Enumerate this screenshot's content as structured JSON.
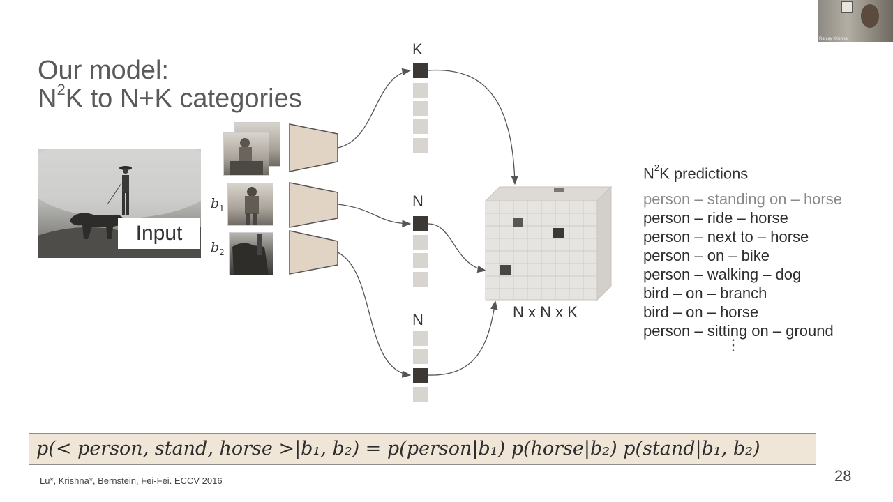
{
  "slide": {
    "title_line1": "Our model:",
    "title_line2_prefix": "N",
    "title_line2_sup": "2",
    "title_line2_suffix": "K to N+K categories",
    "input_label": "Input",
    "box_labels": {
      "b1_main": "b",
      "b1_sub": "1",
      "b2_main": "b",
      "b2_sub": "2"
    },
    "column_labels": {
      "k": "K",
      "n_top": "N",
      "n_bottom": "N"
    },
    "tensor_label": "N x N x K",
    "predictions_heading_prefix": "N",
    "predictions_heading_sup": "2",
    "predictions_heading_suffix": "K predictions",
    "predictions": [
      "person – standing on – horse",
      "person – ride – horse",
      "person – next to – horse",
      "person – on – bike",
      "person – walking – dog",
      "bird – on – branch",
      "bird – on – horse",
      "person – sitting on – ground"
    ],
    "ellipsis": "⋮",
    "formula": "p(< person, stand, horse >|b₁, b₂) = p(person|b₁) p(horse|b₂) p(stand|b₁, b₂)",
    "citation": "Lu*, Krishna*, Bernstein, Fei-Fei. ECCV 2016",
    "page_number": "28",
    "webcam_name": "Ranjay Krishna"
  },
  "colors": {
    "formula_bg": "#efe6d8",
    "trapezoid_fill": "#e2d4c4",
    "slot_dark": "#3b3835",
    "slot_light": "#d8d5d1",
    "cube_cell": "#e4e2df"
  }
}
